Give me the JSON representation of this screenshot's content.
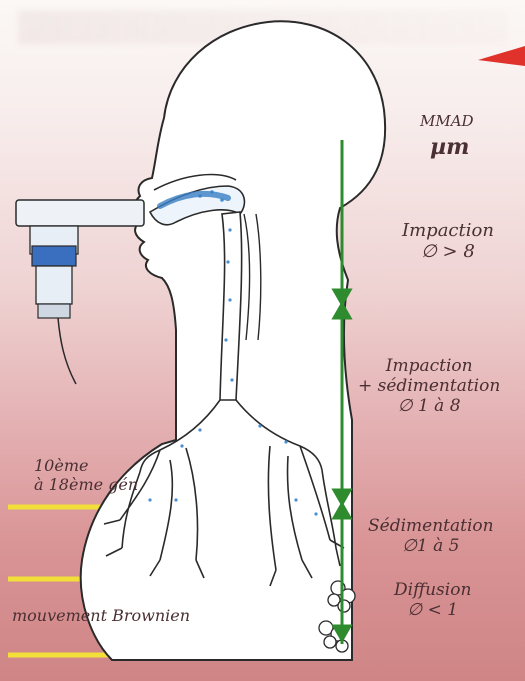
{
  "labels": {
    "mmad": "MMAD",
    "mmad_unit": "µm",
    "impaction_title": "Impaction",
    "impaction_size": "∅ > 8",
    "impsed_line1": "Impaction",
    "impsed_line2": "+ sédimentation",
    "impsed_size": "∅ 1 à 8",
    "gen_line1": "10ème",
    "gen_line2": "à 18ème gén",
    "sedim_title": "Sédimentation",
    "sedim_size": "∅1 à 5",
    "diffusion_title": "Diffusion",
    "diffusion_size": "∅ < 1",
    "brownian": "mouvement Brownien"
  },
  "colors": {
    "arrow": "#2e8b2e",
    "level_line": "#f3df3a",
    "outline": "#2a2a2a",
    "particles": "#4a8fd0",
    "accent_red": "#e0312a"
  }
}
